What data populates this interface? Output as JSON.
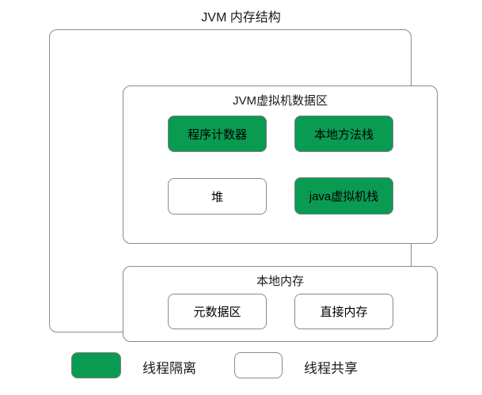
{
  "title": "JVM 内存结构",
  "colors": {
    "thread_isolated_green": "#0a9b52",
    "border_gray": "#8a8a8a",
    "background": "#ffffff"
  },
  "sections": [
    {
      "title": "JVM虚拟机数据区",
      "boxes": [
        {
          "label": "程序计数器",
          "type": "isolated"
        },
        {
          "label": "本地方法栈",
          "type": "isolated"
        },
        {
          "label": "堆",
          "type": "shared"
        },
        {
          "label": "java虚拟机栈",
          "type": "isolated"
        }
      ]
    },
    {
      "title": "本地内存",
      "boxes": [
        {
          "label": "元数据区",
          "type": "shared"
        },
        {
          "label": "直接内存",
          "type": "shared"
        }
      ]
    }
  ],
  "legend": [
    {
      "swatch": "isolated",
      "label": "线程隔离"
    },
    {
      "swatch": "shared",
      "label": "线程共享"
    }
  ]
}
